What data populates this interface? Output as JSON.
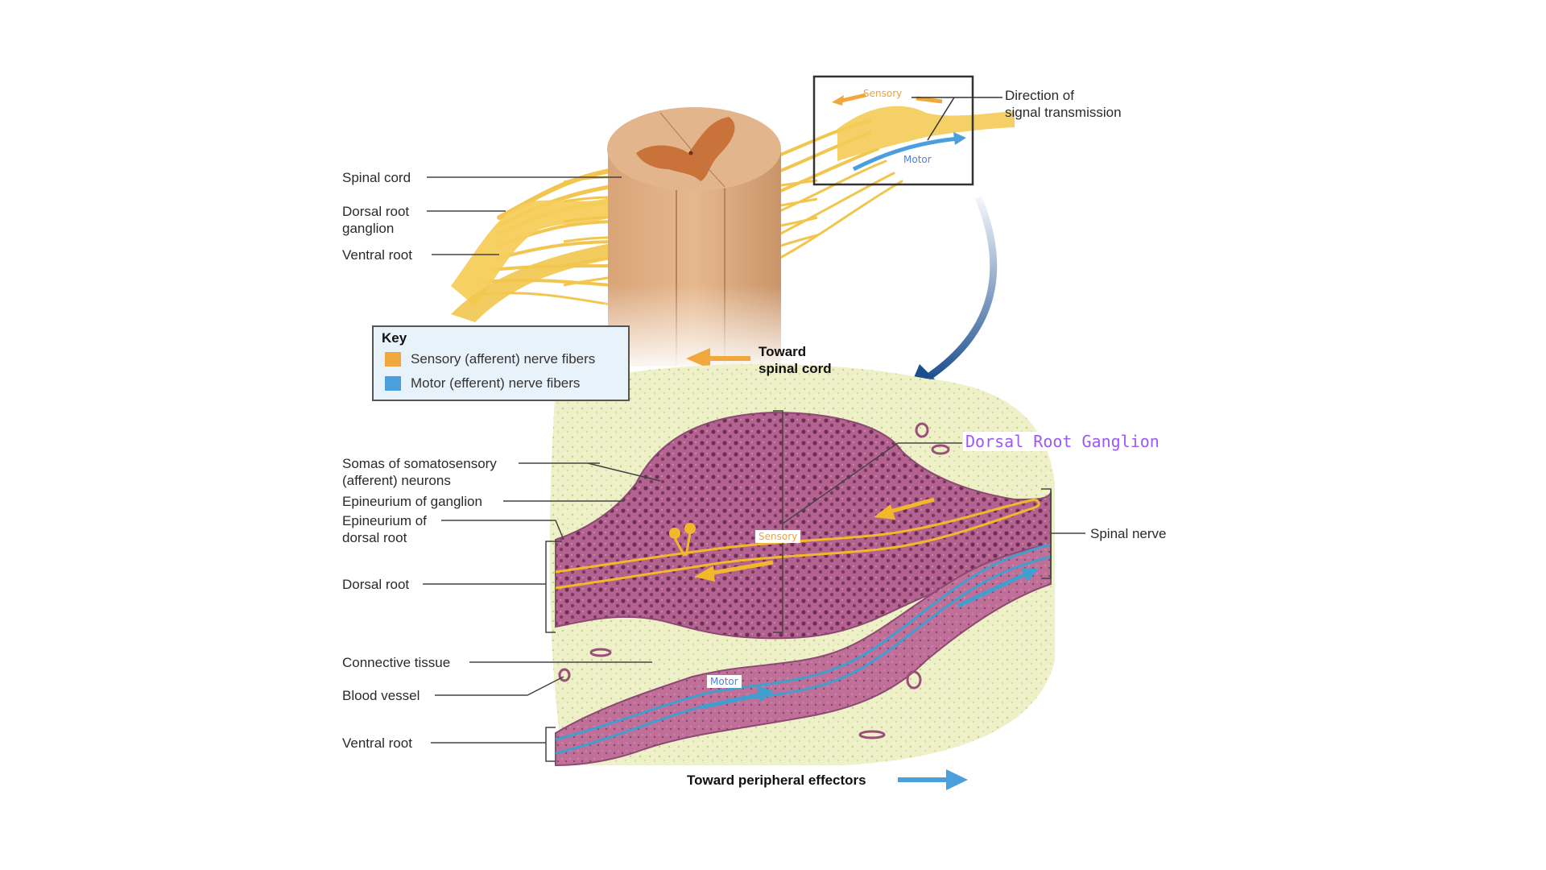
{
  "figure": {
    "top_inset": {
      "sensory_label": "Sensory",
      "motor_label": "Motor",
      "callout": [
        "Direction of",
        "signal transmission"
      ]
    },
    "top_labels": {
      "spinal_cord": "Spinal cord",
      "dorsal_root_ganglion": [
        "Dorsal root",
        "ganglion"
      ],
      "ventral_root": "Ventral root"
    },
    "key": {
      "title": "Key",
      "items": [
        {
          "label": "Sensory (afferent) nerve fibers",
          "color": "#f0a83c"
        },
        {
          "label": "Motor (efferent) nerve fibers",
          "color": "#4a9fdc"
        }
      ]
    },
    "directions": {
      "toward_spinal_cord": [
        "Toward",
        "spinal cord"
      ],
      "toward_effectors": "Toward peripheral effectors"
    },
    "histology_labels": {
      "somas": [
        "Somas of somatosensory",
        "(afferent) neurons"
      ],
      "epineurium_ganglion": "Epineurium of ganglion",
      "epineurium_dorsal_root": [
        "Epineurium of",
        "dorsal root"
      ],
      "dorsal_root": "Dorsal root",
      "connective_tissue": "Connective tissue",
      "blood_vessel": "Blood vessel",
      "ventral_root": "Ventral root",
      "spinal_nerve": "Spinal nerve",
      "dorsal_root_ganglion_annotation": "Dorsal Root Ganglion",
      "sensory_tag": "Sensory",
      "motor_tag": "Motor"
    },
    "colors": {
      "sensory": "#f0a83c",
      "motor": "#4a9fdc",
      "annotation": "#9b59f5",
      "tissue": "#b05a8c",
      "connective": "#e6e8b8"
    }
  }
}
